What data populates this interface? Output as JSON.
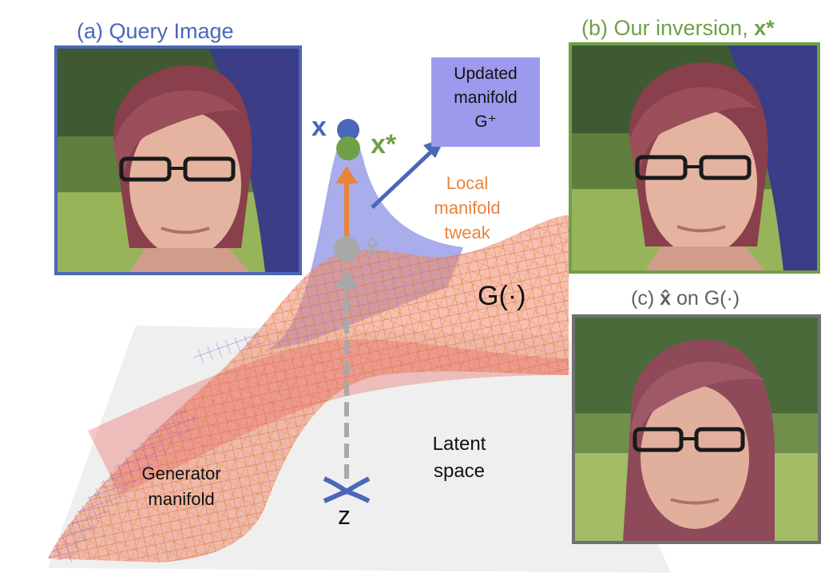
{
  "panels": {
    "query": {
      "caption": "(a) Query Image",
      "border_color": "#4a67b8",
      "caption_color": "#4a67b8"
    },
    "inversion": {
      "caption_prefix": "(b) Our inversion, ",
      "caption_symbol": "x*",
      "border_color": "#6ea048",
      "caption_color": "#6ea048"
    },
    "projection": {
      "caption_prefix": "(c) ",
      "caption_symbol": "x̂",
      "caption_suffix": " on G(·)",
      "border_color": "#707070",
      "caption_color": "#606060"
    }
  },
  "diagram": {
    "updated_box": {
      "line1": "Updated",
      "line2": "manifold",
      "line3": "G⁺",
      "fill": "#9d99ec"
    },
    "point_x": {
      "label": "x",
      "color": "#4a67b8"
    },
    "point_x_star": {
      "label": "x*",
      "color": "#6ea048"
    },
    "point_x_hat": {
      "label": "x̂",
      "color": "#a9a9a9"
    },
    "local_tweak": {
      "line1": "Local",
      "line2": "manifold",
      "line3": "tweak",
      "color": "#e8843c"
    },
    "generator_fn": {
      "label": "G(·)"
    },
    "generator_manifold": {
      "line1": "Generator",
      "line2": "manifold"
    },
    "latent_space": {
      "line1": "Latent",
      "line2": "space"
    },
    "latent_point": {
      "label": "z",
      "color": "#4a67b8"
    }
  },
  "colors": {
    "peak": "#9a9fe8",
    "mesh_fill": "#ef8a6e",
    "mesh_line": "#e8a24a",
    "latent_plane": "#efefef",
    "tweak_arrow": "#e8843c",
    "projection_arrow": "#a9a9a9",
    "update_arrow": "#4a67b8"
  }
}
